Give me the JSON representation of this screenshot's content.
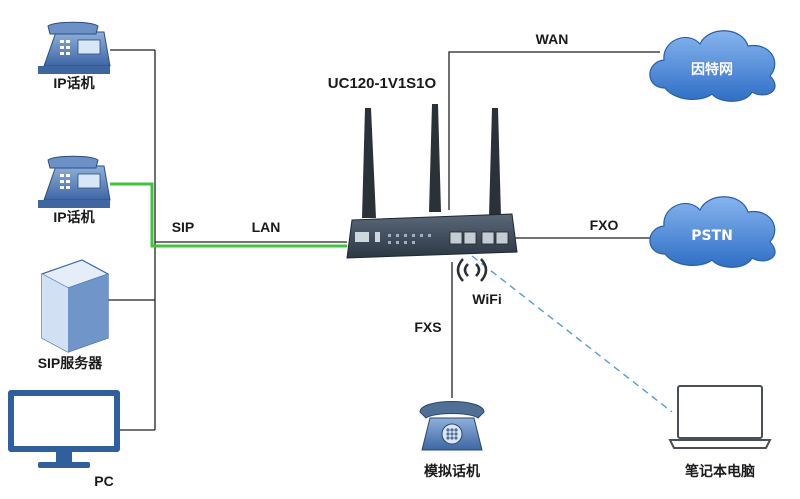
{
  "device": {
    "model": "UC120-1V1S1O"
  },
  "devices": {
    "ip_phone_1": "IP话机",
    "ip_phone_2": "IP话机",
    "sip_server": "SIP服务器",
    "pc": "PC",
    "analog_phone": "模拟话机",
    "laptop": "笔记本电脑"
  },
  "clouds": {
    "internet": "因特网",
    "pstn": "PSTN"
  },
  "links": {
    "wan": "WAN",
    "sip": "SIP",
    "lan": "LAN",
    "fxo": "FXO",
    "fxs": "FXS",
    "wifi": "WiFi"
  },
  "colors": {
    "device_blue": "#4f78b0",
    "cloud_blue": "#3e7bd0",
    "sip_line": "#3cc63c",
    "wifi_line": "#5b9bd5",
    "gateway_body": "#3e4b5a"
  }
}
